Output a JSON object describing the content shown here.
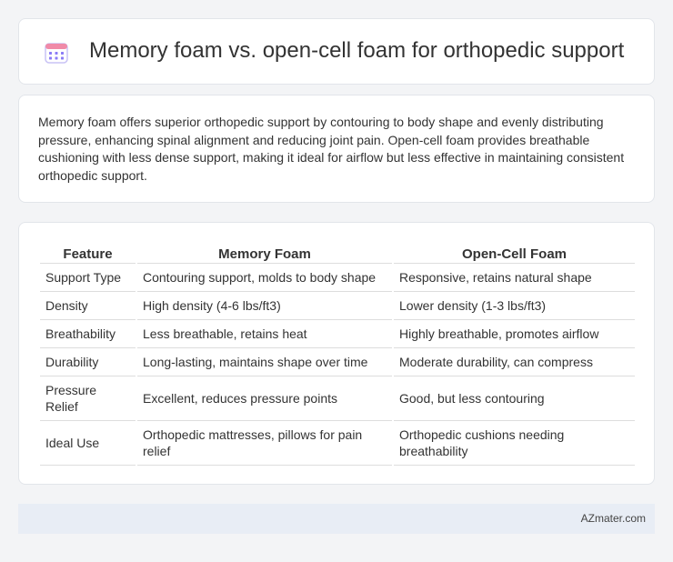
{
  "header": {
    "title": "Memory foam vs. open-cell foam for orthopedic support",
    "icon": "calendar-icon"
  },
  "summary": {
    "text": "Memory foam offers superior orthopedic support by contouring to body shape and evenly distributing pressure, enhancing spinal alignment and reducing joint pain. Open-cell foam provides breathable cushioning with less dense support, making it ideal for airflow but less effective in maintaining consistent orthopedic support."
  },
  "table": {
    "headers": [
      "Feature",
      "Memory Foam",
      "Open-Cell Foam"
    ],
    "rows": [
      [
        "Support Type",
        "Contouring support, molds to body shape",
        "Responsive, retains natural shape"
      ],
      [
        "Density",
        "High density (4-6 lbs/ft3)",
        "Lower density (1-3 lbs/ft3)"
      ],
      [
        "Breathability",
        "Less breathable, retains heat",
        "Highly breathable, promotes airflow"
      ],
      [
        "Durability",
        "Long-lasting, maintains shape over time",
        "Moderate durability, can compress"
      ],
      [
        "Pressure Relief",
        "Excellent, reduces pressure points",
        "Good, but less contouring"
      ],
      [
        "Ideal Use",
        "Orthopedic mattresses, pillows for pain relief",
        "Orthopedic cushions needing breathability"
      ]
    ]
  },
  "footer": {
    "text": "AZmater.com"
  },
  "colors": {
    "background": "#f3f4f6",
    "card": "#ffffff",
    "footer": "#e8edf5",
    "icon_accent": "#8b7cf6"
  }
}
